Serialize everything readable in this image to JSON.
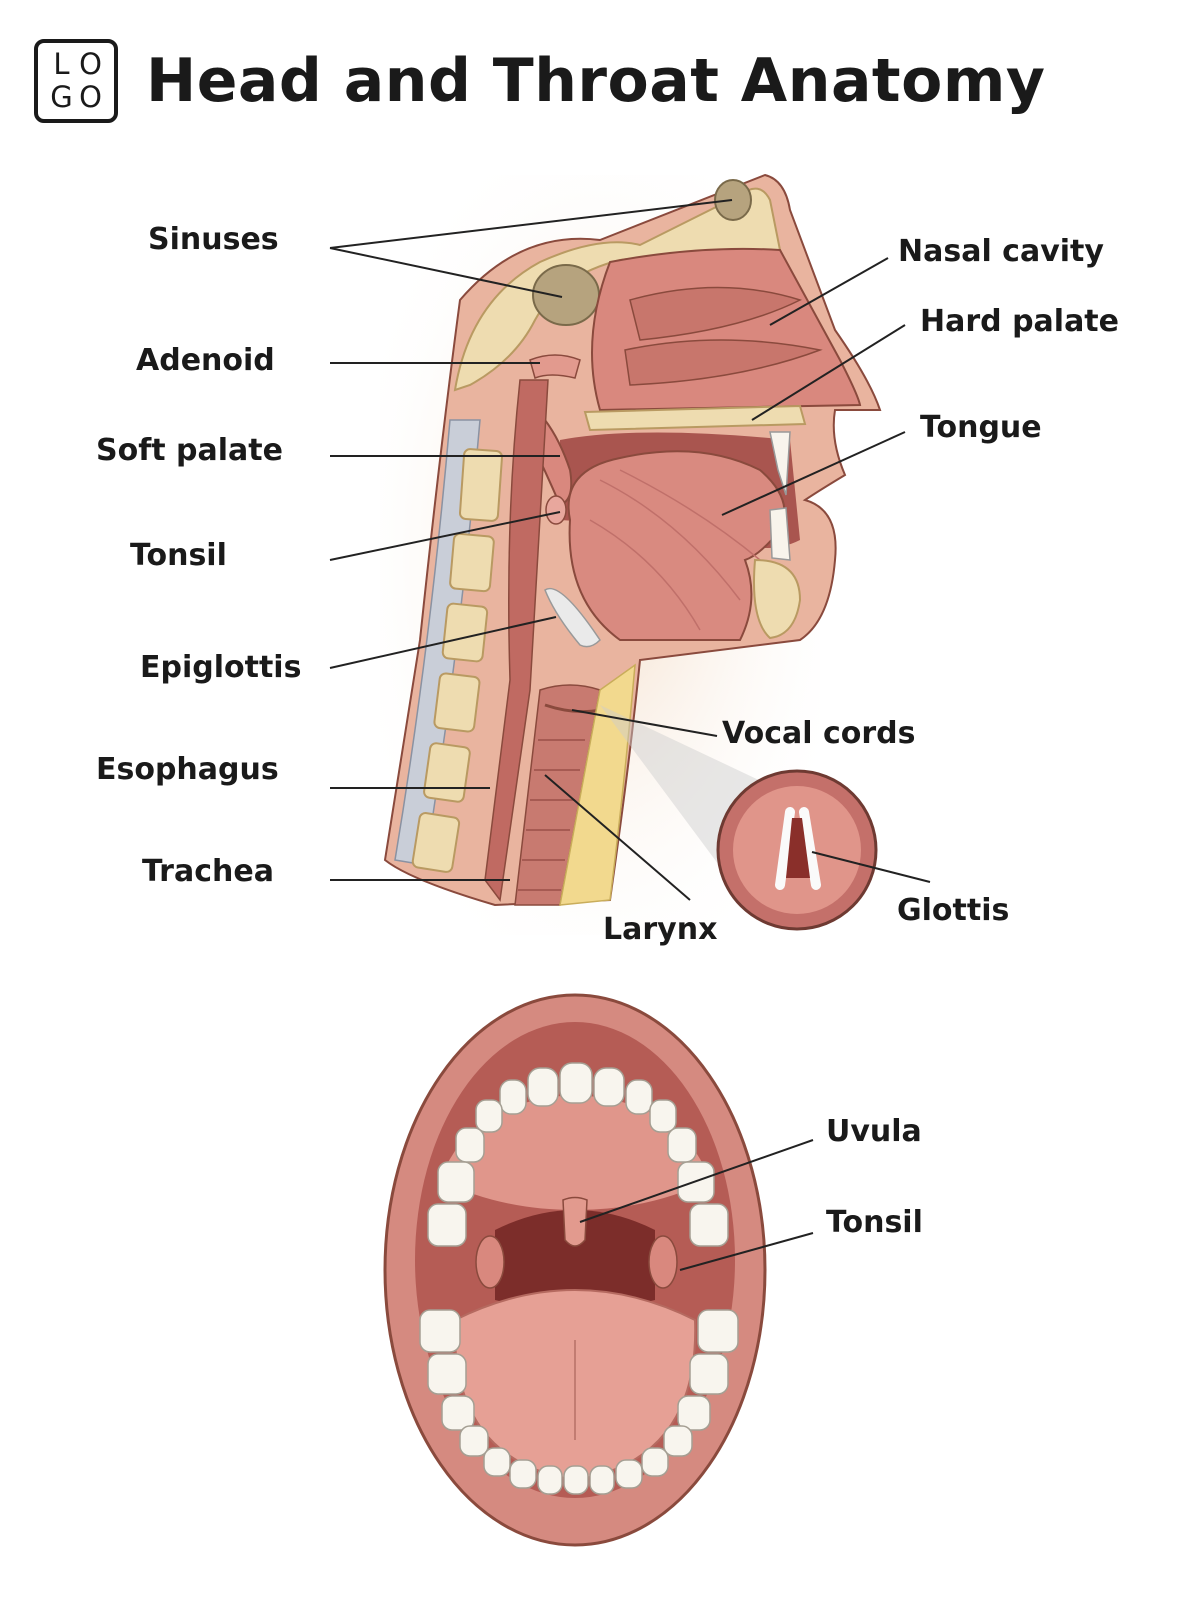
{
  "logo": {
    "letters": [
      "L",
      "O",
      "G",
      "O"
    ]
  },
  "title": "Head and Throat Anatomy",
  "sagittal_labels": {
    "sinuses": "Sinuses",
    "adenoid": "Adenoid",
    "soft_palate": "Soft palate",
    "tonsil": "Tonsil",
    "epiglottis": "Epiglottis",
    "esophagus": "Esophagus",
    "trachea": "Trachea",
    "nasal_cavity": "Nasal cavity",
    "hard_palate": "Hard palate",
    "tongue": "Tongue",
    "vocal_cords": "Vocal cords",
    "larynx": "Larynx",
    "glottis": "Glottis"
  },
  "mouth_labels": {
    "uvula": "Uvula",
    "tonsil": "Tonsil"
  },
  "colors": {
    "tissue": "#c4706a",
    "tissue_light": "#e8a79d",
    "bone": "#eedcb0",
    "line": "#222222"
  }
}
